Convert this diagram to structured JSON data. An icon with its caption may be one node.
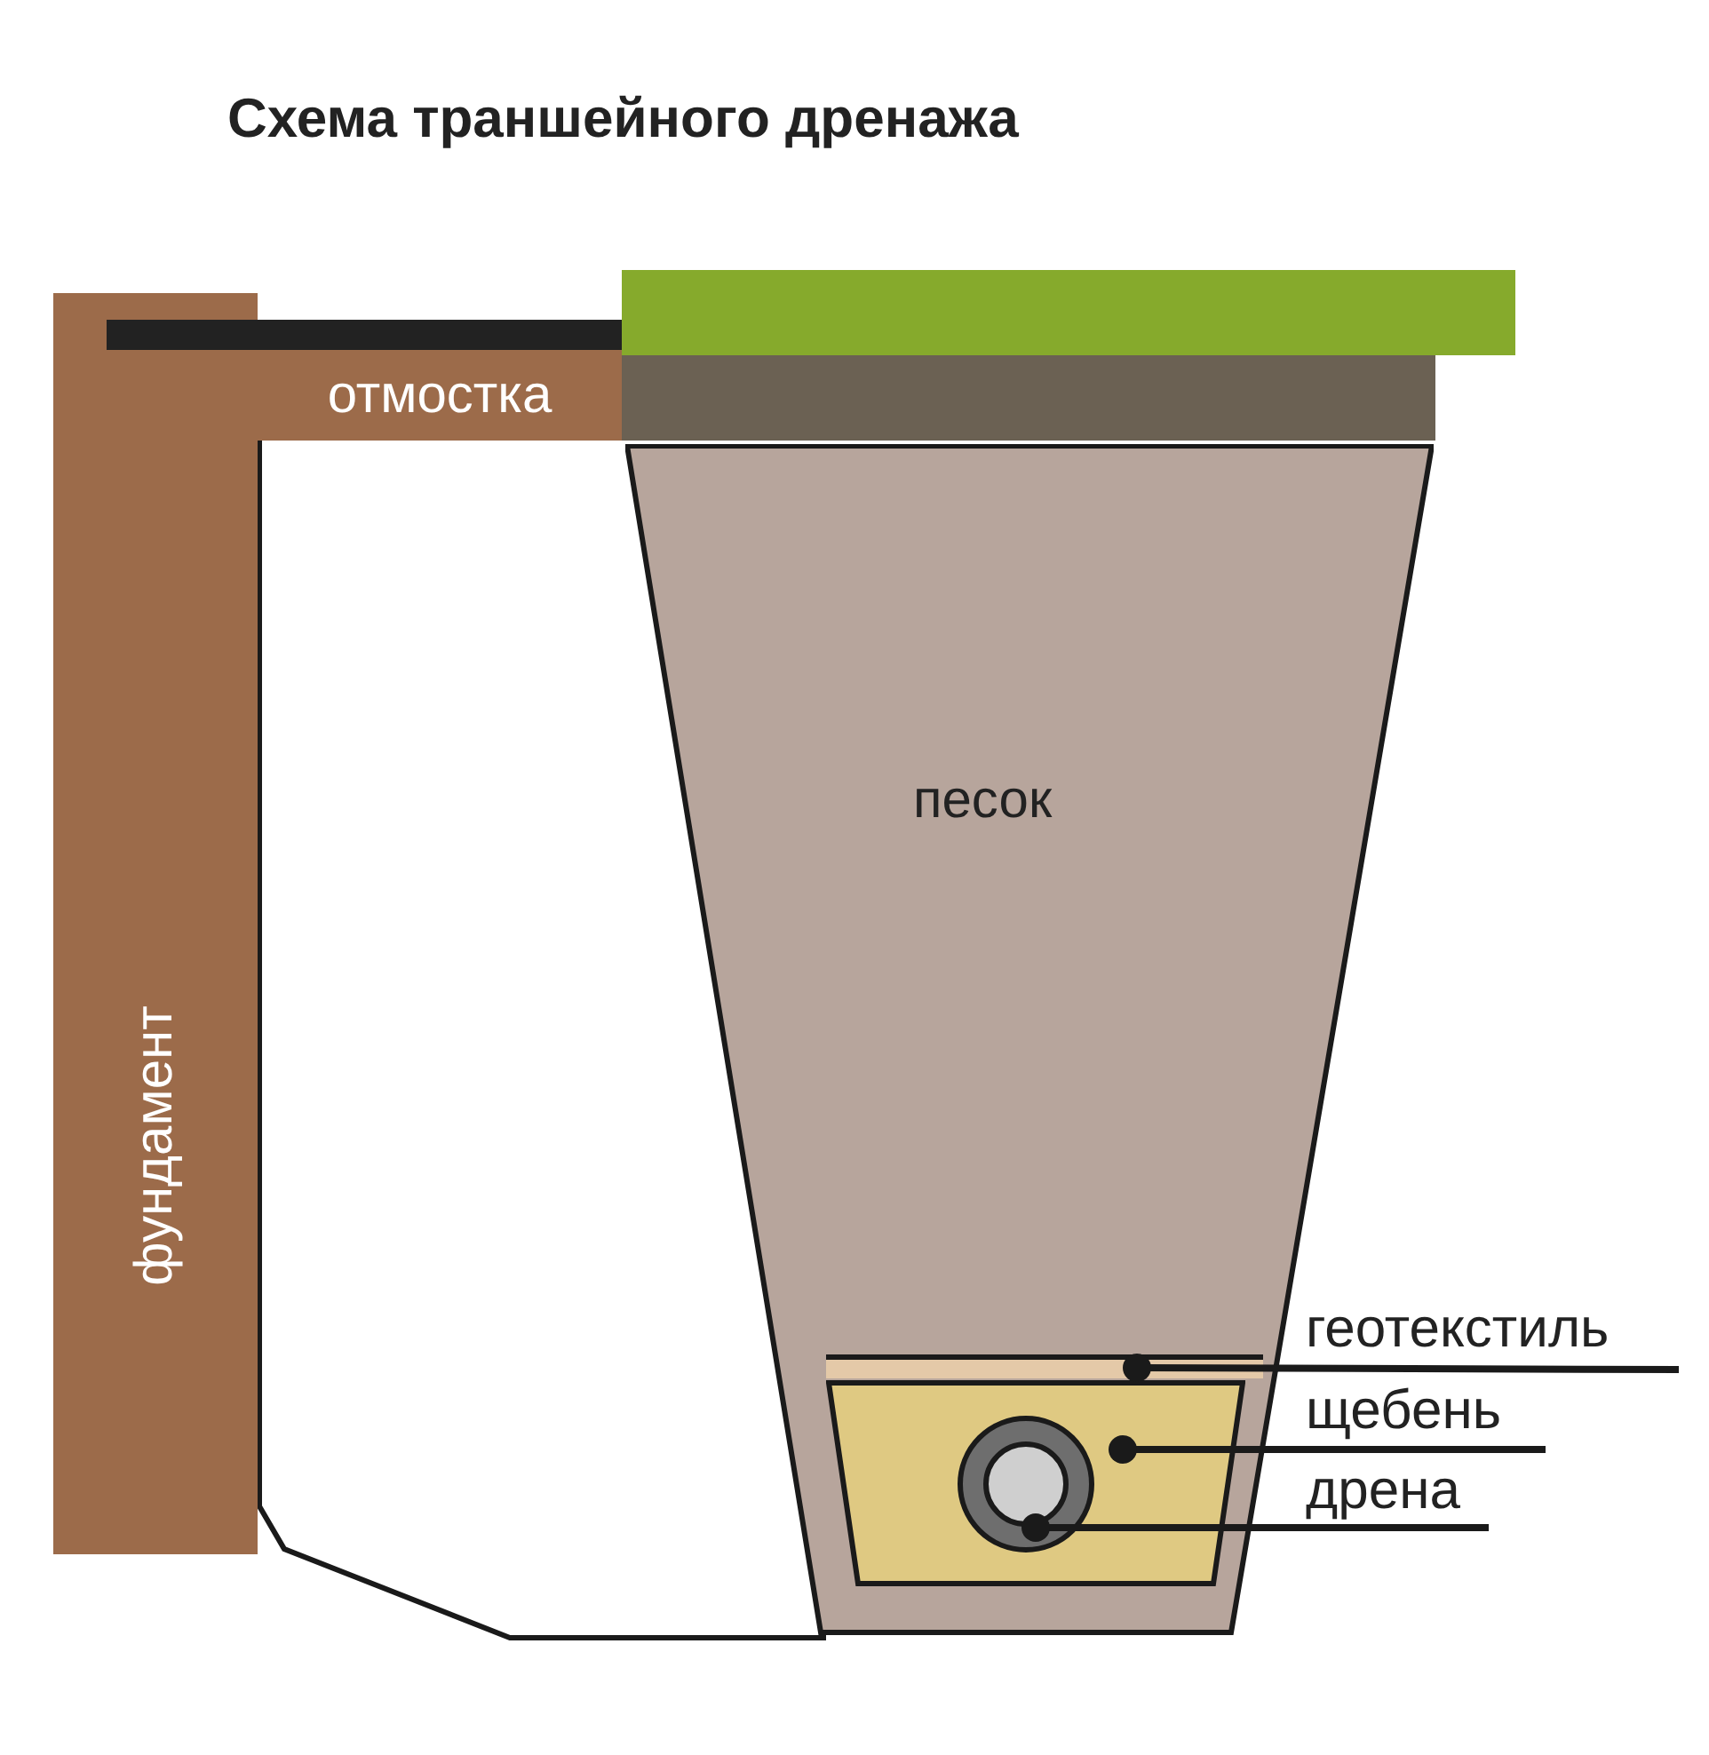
{
  "diagram": {
    "title": "Схема траншейного дренажа",
    "nodes": [
      {
        "text": [
          "отмостка"
        ]
      },
      {
        "text": [
          "фундамент"
        ]
      },
      {
        "text": [
          "песок"
        ]
      },
      {
        "text": [],
        "shape": "bar",
        "in": 2
      },
      {
        "text": [],
        "shape": "box",
        "in": 2
      },
      {
        "text": [],
        "shape": "circle",
        "in": 4
      },
      {
        "text": [
          "геотекстиль"
        ]
      },
      {
        "text": [
          "щебень"
        ]
      },
      {
        "text": [
          "дрена"
        ]
      },
      {
        "text": [],
        "shape": "bar"
      },
      {
        "text": [],
        "shape": "bar"
      }
    ],
    "edges": [
      {
        "from": 6,
        "to": 3,
        "arrow": "other"
      },
      {
        "from": 7,
        "to": 4,
        "arrow": "other"
      },
      {
        "from": 8,
        "to": 5,
        "arrow": "other"
      }
    ]
  }
}
